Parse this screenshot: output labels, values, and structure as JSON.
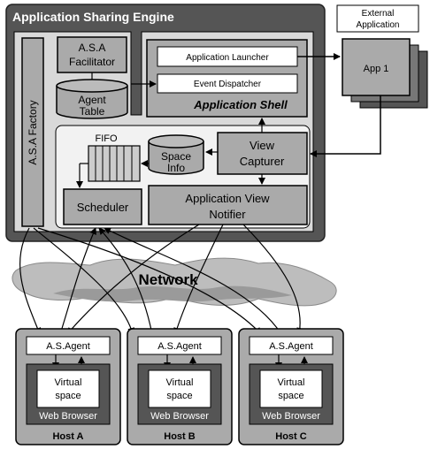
{
  "engine": {
    "title": "Application Sharing Engine",
    "factory": "A.S.A Factory",
    "facilitator": [
      "A.S.A",
      "Facilitator"
    ],
    "agent_table": [
      "Agent",
      "Table"
    ],
    "app_launcher": "Application Launcher",
    "event_dispatcher": "Event Dispatcher",
    "app_shell": "Application Shell",
    "fifo": "FIFO",
    "space_info": [
      "Space",
      "Info"
    ],
    "view_capturer": [
      "View",
      "Capturer"
    ],
    "scheduler": "Scheduler",
    "notifier": [
      "Application View",
      "Notifier"
    ]
  },
  "external": {
    "label": [
      "External",
      "Application"
    ],
    "app": "App 1"
  },
  "network": "Network",
  "hosts": [
    {
      "agent": "A.S.Agent",
      "space": [
        "Virtual",
        "space"
      ],
      "browser": "Web Browser",
      "name": "Host A"
    },
    {
      "agent": "A.S.Agent",
      "space": [
        "Virtual",
        "space"
      ],
      "browser": "Web Browser",
      "name": "Host B"
    },
    {
      "agent": "A.S.Agent",
      "space": [
        "Virtual",
        "space"
      ],
      "browser": "Web Browser",
      "name": "Host C"
    }
  ]
}
